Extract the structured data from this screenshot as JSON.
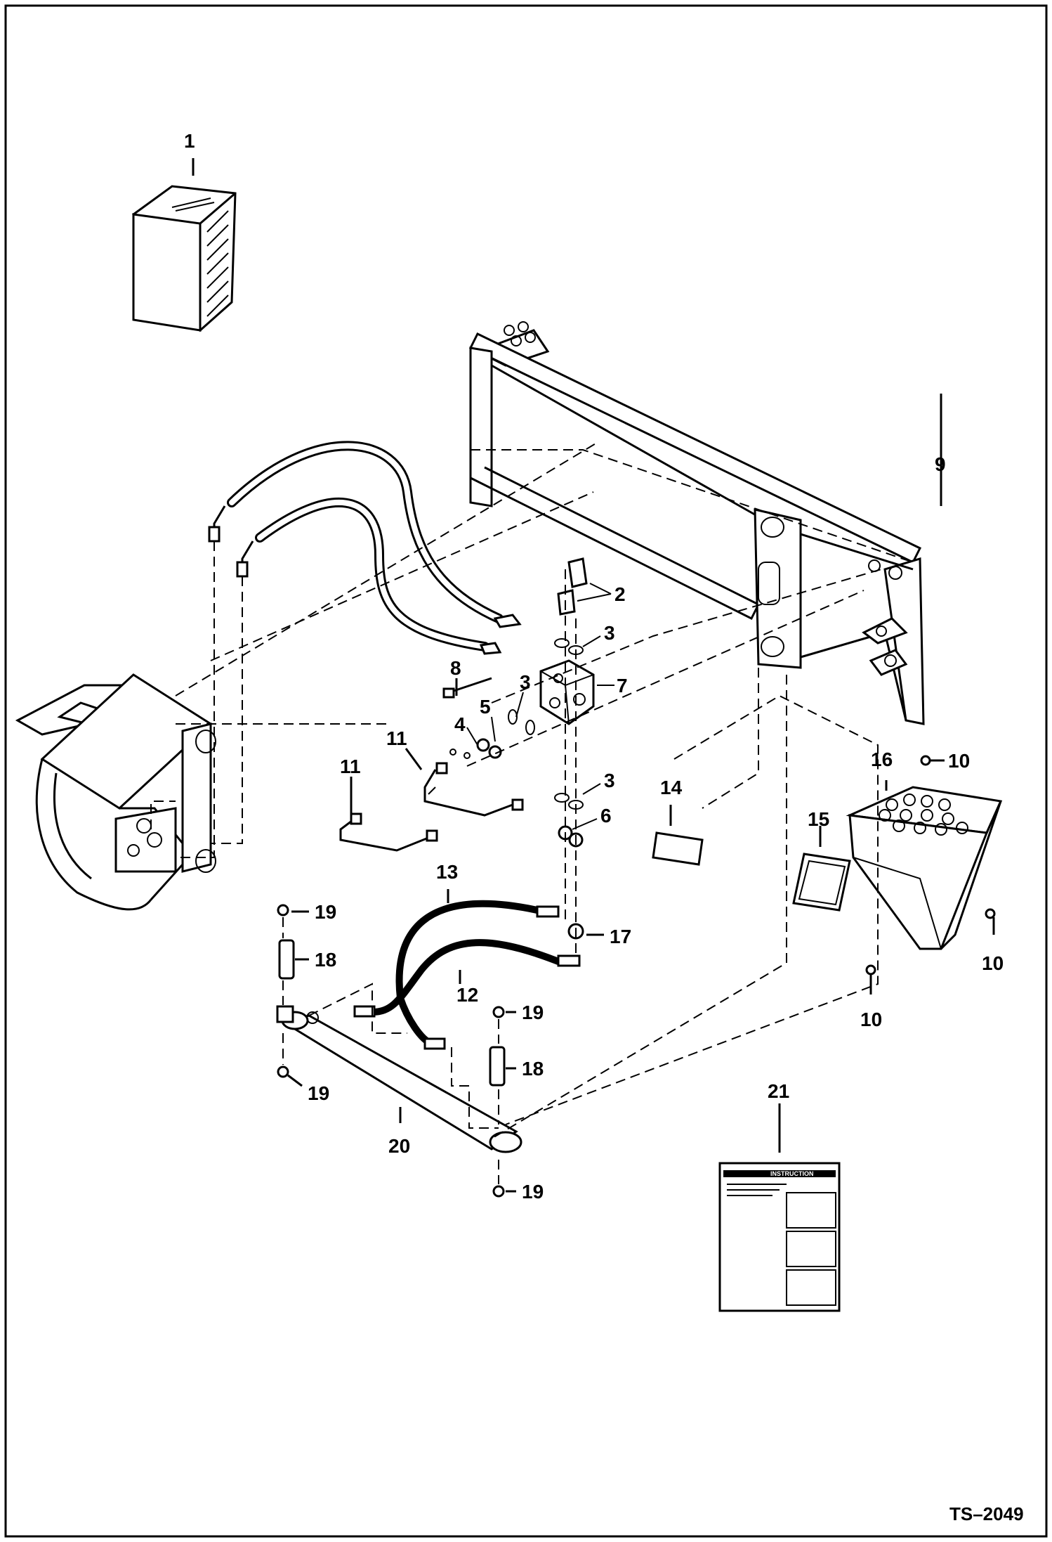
{
  "callouts": {
    "c1": "1",
    "c2": "2",
    "c3a": "3",
    "c3b": "3",
    "c3c": "3",
    "c4": "4",
    "c5": "5",
    "c6": "6",
    "c7": "7",
    "c8": "8",
    "c9": "9",
    "c10a": "10",
    "c10b": "10",
    "c10c": "10",
    "c11a": "11",
    "c11b": "11",
    "c12": "12",
    "c13": "13",
    "c14": "14",
    "c15": "15",
    "c16": "16",
    "c17": "17",
    "c18a": "18",
    "c18b": "18",
    "c19a": "19",
    "c19b": "19",
    "c19c": "19",
    "c19d": "19",
    "c20": "20",
    "c21": "21"
  },
  "instruction_card": {
    "heading": "INSTRUCTION"
  },
  "document_id": "TS–2049",
  "colors": {
    "ink": "#000000",
    "paper": "#ffffff"
  }
}
